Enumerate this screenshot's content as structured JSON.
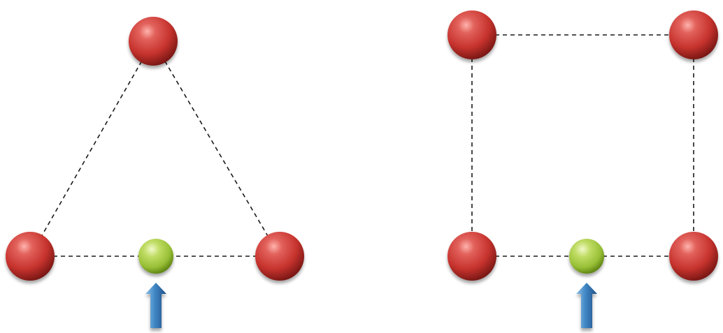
{
  "diagram": {
    "panels": [
      {
        "name": "triangle",
        "node_count": 3,
        "markers": 1
      },
      {
        "name": "square",
        "node_count": 4,
        "markers": 1
      }
    ],
    "colors": {
      "node_red": "#d64541",
      "node_red_dark": "#7a1512",
      "marker_green": "#a8cc4a",
      "marker_green_dark": "#5f8a12",
      "arrow_blue": "#3f86c4",
      "arrow_blue_dark": "#1f4f86",
      "edge": "#1a1a1a"
    },
    "icons": {
      "node": "red-sphere-icon",
      "marker": "green-sphere-icon",
      "pointer": "up-arrow-icon"
    }
  }
}
